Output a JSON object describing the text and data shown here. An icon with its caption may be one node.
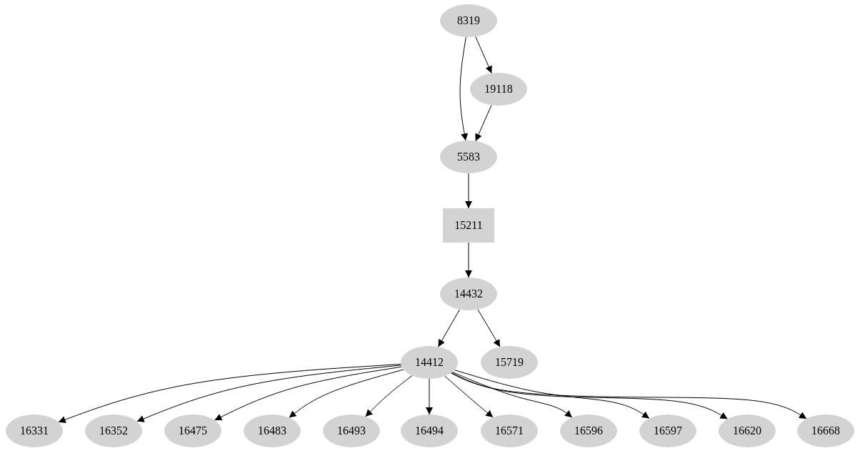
{
  "diagram": {
    "nodes": [
      {
        "text": [
          "8319"
        ]
      },
      {
        "text": [
          "19118"
        ]
      },
      {
        "text": [
          "5583"
        ]
      },
      {
        "text": [
          "15211"
        ]
      },
      {
        "text": [
          "14432"
        ]
      },
      {
        "text": [
          "14412"
        ]
      },
      {
        "text": [
          "15719"
        ]
      },
      {
        "text": [
          "16331"
        ]
      },
      {
        "text": [
          "16352"
        ]
      },
      {
        "text": [
          "16475"
        ]
      },
      {
        "text": [
          "16483"
        ]
      },
      {
        "text": [
          "16493"
        ]
      },
      {
        "text": [
          "16494"
        ]
      },
      {
        "text": [
          "16571"
        ]
      },
      {
        "text": [
          "16596"
        ]
      },
      {
        "text": [
          "16597"
        ]
      },
      {
        "text": [
          "16620"
        ]
      },
      {
        "text": [
          "16668"
        ]
      }
    ],
    "edges": [
      {
        "from": 0,
        "to": 2,
        "arrow": "to"
      },
      {
        "from": 0,
        "to": 1,
        "arrow": "to"
      },
      {
        "from": 1,
        "to": 2,
        "arrow": "to"
      },
      {
        "from": 2,
        "to": 3,
        "arrow": "to"
      },
      {
        "from": 3,
        "to": 4,
        "arrow": "to"
      },
      {
        "from": 4,
        "to": 5,
        "arrow": "to"
      },
      {
        "from": 4,
        "to": 6,
        "arrow": "to"
      },
      {
        "from": 5,
        "to": 7,
        "arrow": "to"
      },
      {
        "from": 5,
        "to": 8,
        "arrow": "to"
      },
      {
        "from": 5,
        "to": 9,
        "arrow": "to"
      },
      {
        "from": 5,
        "to": 10,
        "arrow": "to"
      },
      {
        "from": 5,
        "to": 11,
        "arrow": "to"
      },
      {
        "from": 5,
        "to": 12,
        "arrow": "to"
      },
      {
        "from": 5,
        "to": 13,
        "arrow": "to"
      },
      {
        "from": 5,
        "to": 14,
        "arrow": "to"
      },
      {
        "from": 5,
        "to": 15,
        "arrow": "to"
      },
      {
        "from": 5,
        "to": 16,
        "arrow": "to"
      },
      {
        "from": 5,
        "to": 17,
        "arrow": "to"
      }
    ]
  }
}
